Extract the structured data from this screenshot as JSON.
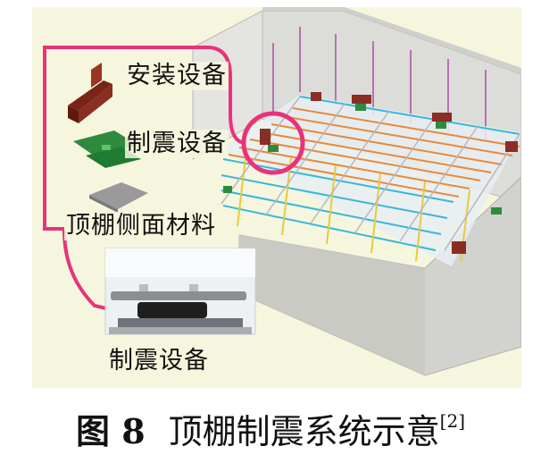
{
  "labels": {
    "install_equipment": "安装设备",
    "damping_equipment": "制震设备",
    "ceiling_side_material": "顶棚侧面材料",
    "photo_caption": "制震设备"
  },
  "caption": {
    "figure_number": "图 8",
    "title": "顶棚制震系统示意",
    "reference": "[2]"
  },
  "colors": {
    "background_panel": "#f6f6de",
    "highlight_pink": "#e8337a",
    "bracket_red": "#8a2d22",
    "damper_green": "#2e8b3e",
    "grid_orange": "#e8893a",
    "grid_cyan": "#38b8d8",
    "grid_yellow": "#e6c940",
    "hanger_purple": "#a64fa6"
  }
}
